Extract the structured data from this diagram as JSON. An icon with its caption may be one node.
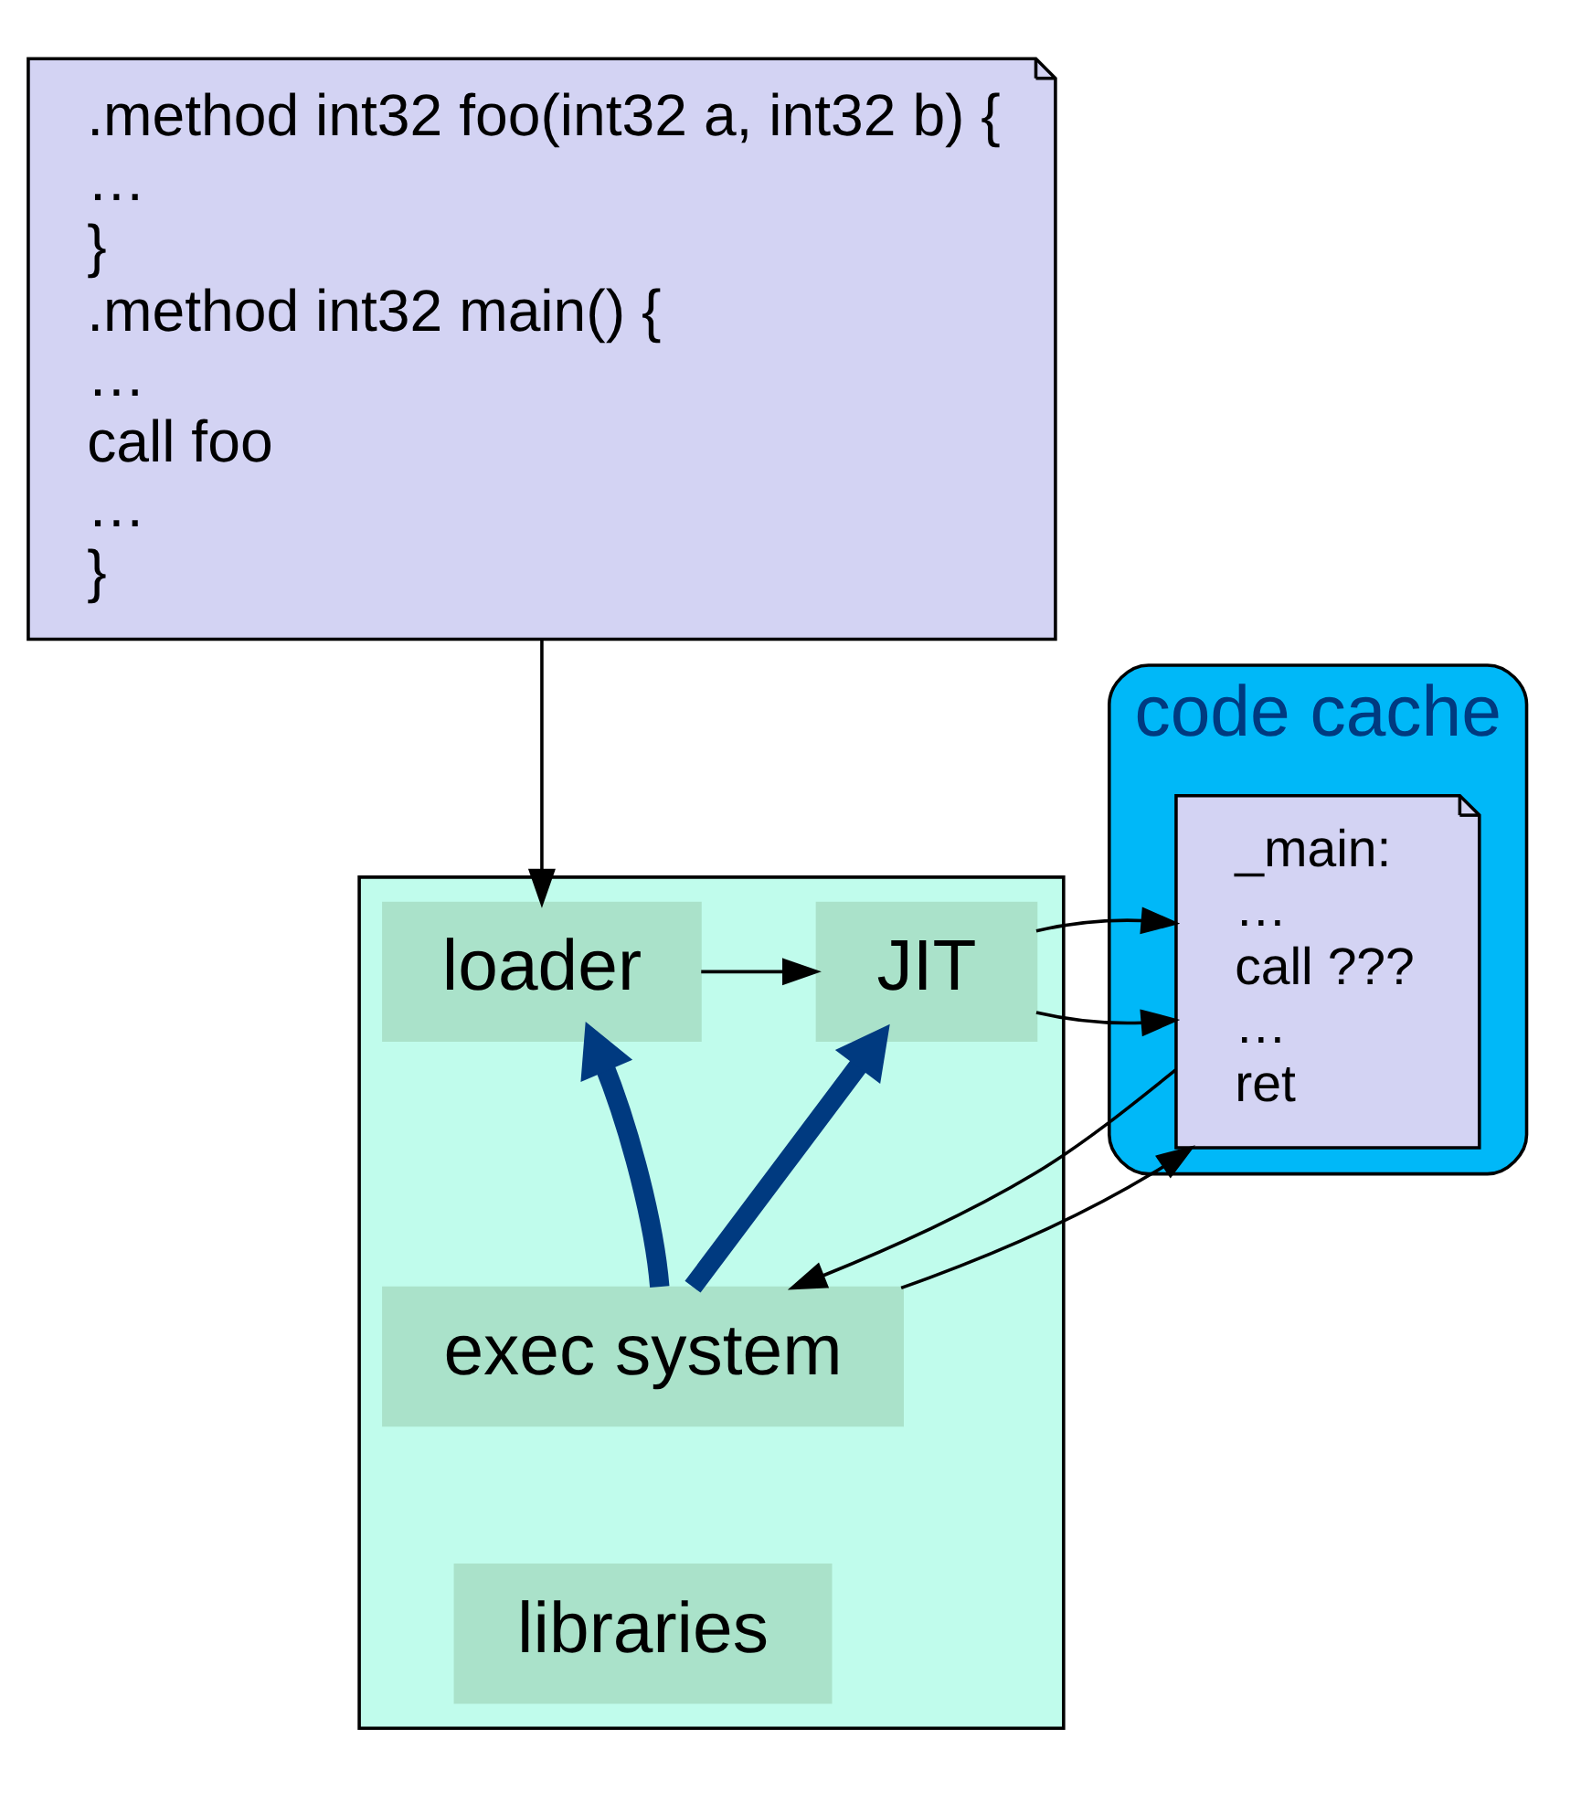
{
  "diagram": {
    "nodes": [
      {
        "text": [
          ".method int32 foo(int32 a, int32 b) {",
          "…",
          "}",
          ".method int32 main() {",
          "…",
          "call foo",
          "…",
          "}"
        ]
      },
      {
        "text": [],
        "shape": "box"
      },
      {
        "text": [
          "loader"
        ],
        "in": 1
      },
      {
        "text": [
          "JIT"
        ],
        "in": 1
      },
      {
        "text": [
          "exec system"
        ],
        "in": 1
      },
      {
        "text": [
          "libraries"
        ],
        "in": 1
      },
      {
        "text": [
          "code cache"
        ]
      },
      {
        "text": [
          "_main:",
          "…",
          "call ???",
          "…",
          "ret"
        ],
        "in": 6
      }
    ],
    "edges": [
      {
        "from": 0,
        "to": 2,
        "arrow": "to"
      },
      {
        "from": 2,
        "to": 3,
        "arrow": "to"
      },
      {
        "from": 4,
        "to": 2,
        "arrow": "to",
        "style": "thick",
        "color": "#003a80"
      },
      {
        "from": 4,
        "to": 3,
        "arrow": "to",
        "style": "thick",
        "color": "#003a80"
      },
      {
        "from": 3,
        "to": 7,
        "arrow": "to"
      },
      {
        "from": 4,
        "to": 7,
        "arrow": "to"
      },
      {
        "from": 7,
        "to": 4,
        "arrow": "to"
      }
    ]
  }
}
